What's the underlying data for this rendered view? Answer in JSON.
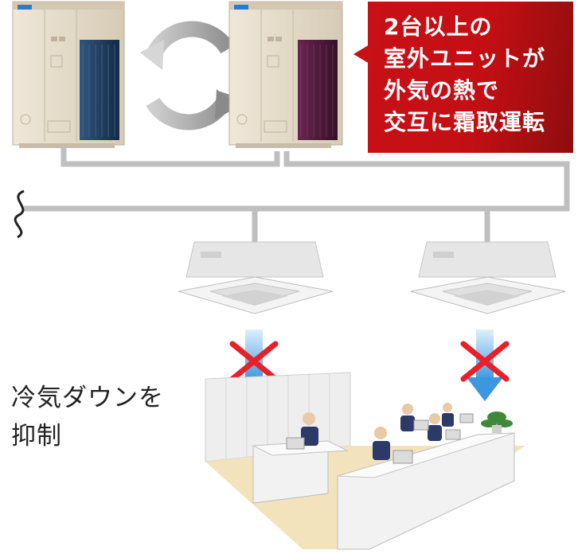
{
  "callout": {
    "lines": [
      "2台以上の",
      "室外ユニットが",
      "外気の熱で",
      "交互に霜取運転"
    ],
    "color": "#c81017"
  },
  "caption": {
    "lines": [
      "冷気ダウンを",
      "抑制"
    ]
  },
  "colors": {
    "unit_body": "#e2d8c6",
    "coil_left": "#1f3a5a",
    "coil_right": "#4a1838",
    "pipe": "#bfbfbf",
    "cross": "#e8202a",
    "airflow": "#4aa3e6",
    "floor": "#f3e3bc"
  },
  "icons": [
    "cycle-arrows-icon",
    "pipe-break-icon",
    "cross-mark-icon"
  ]
}
